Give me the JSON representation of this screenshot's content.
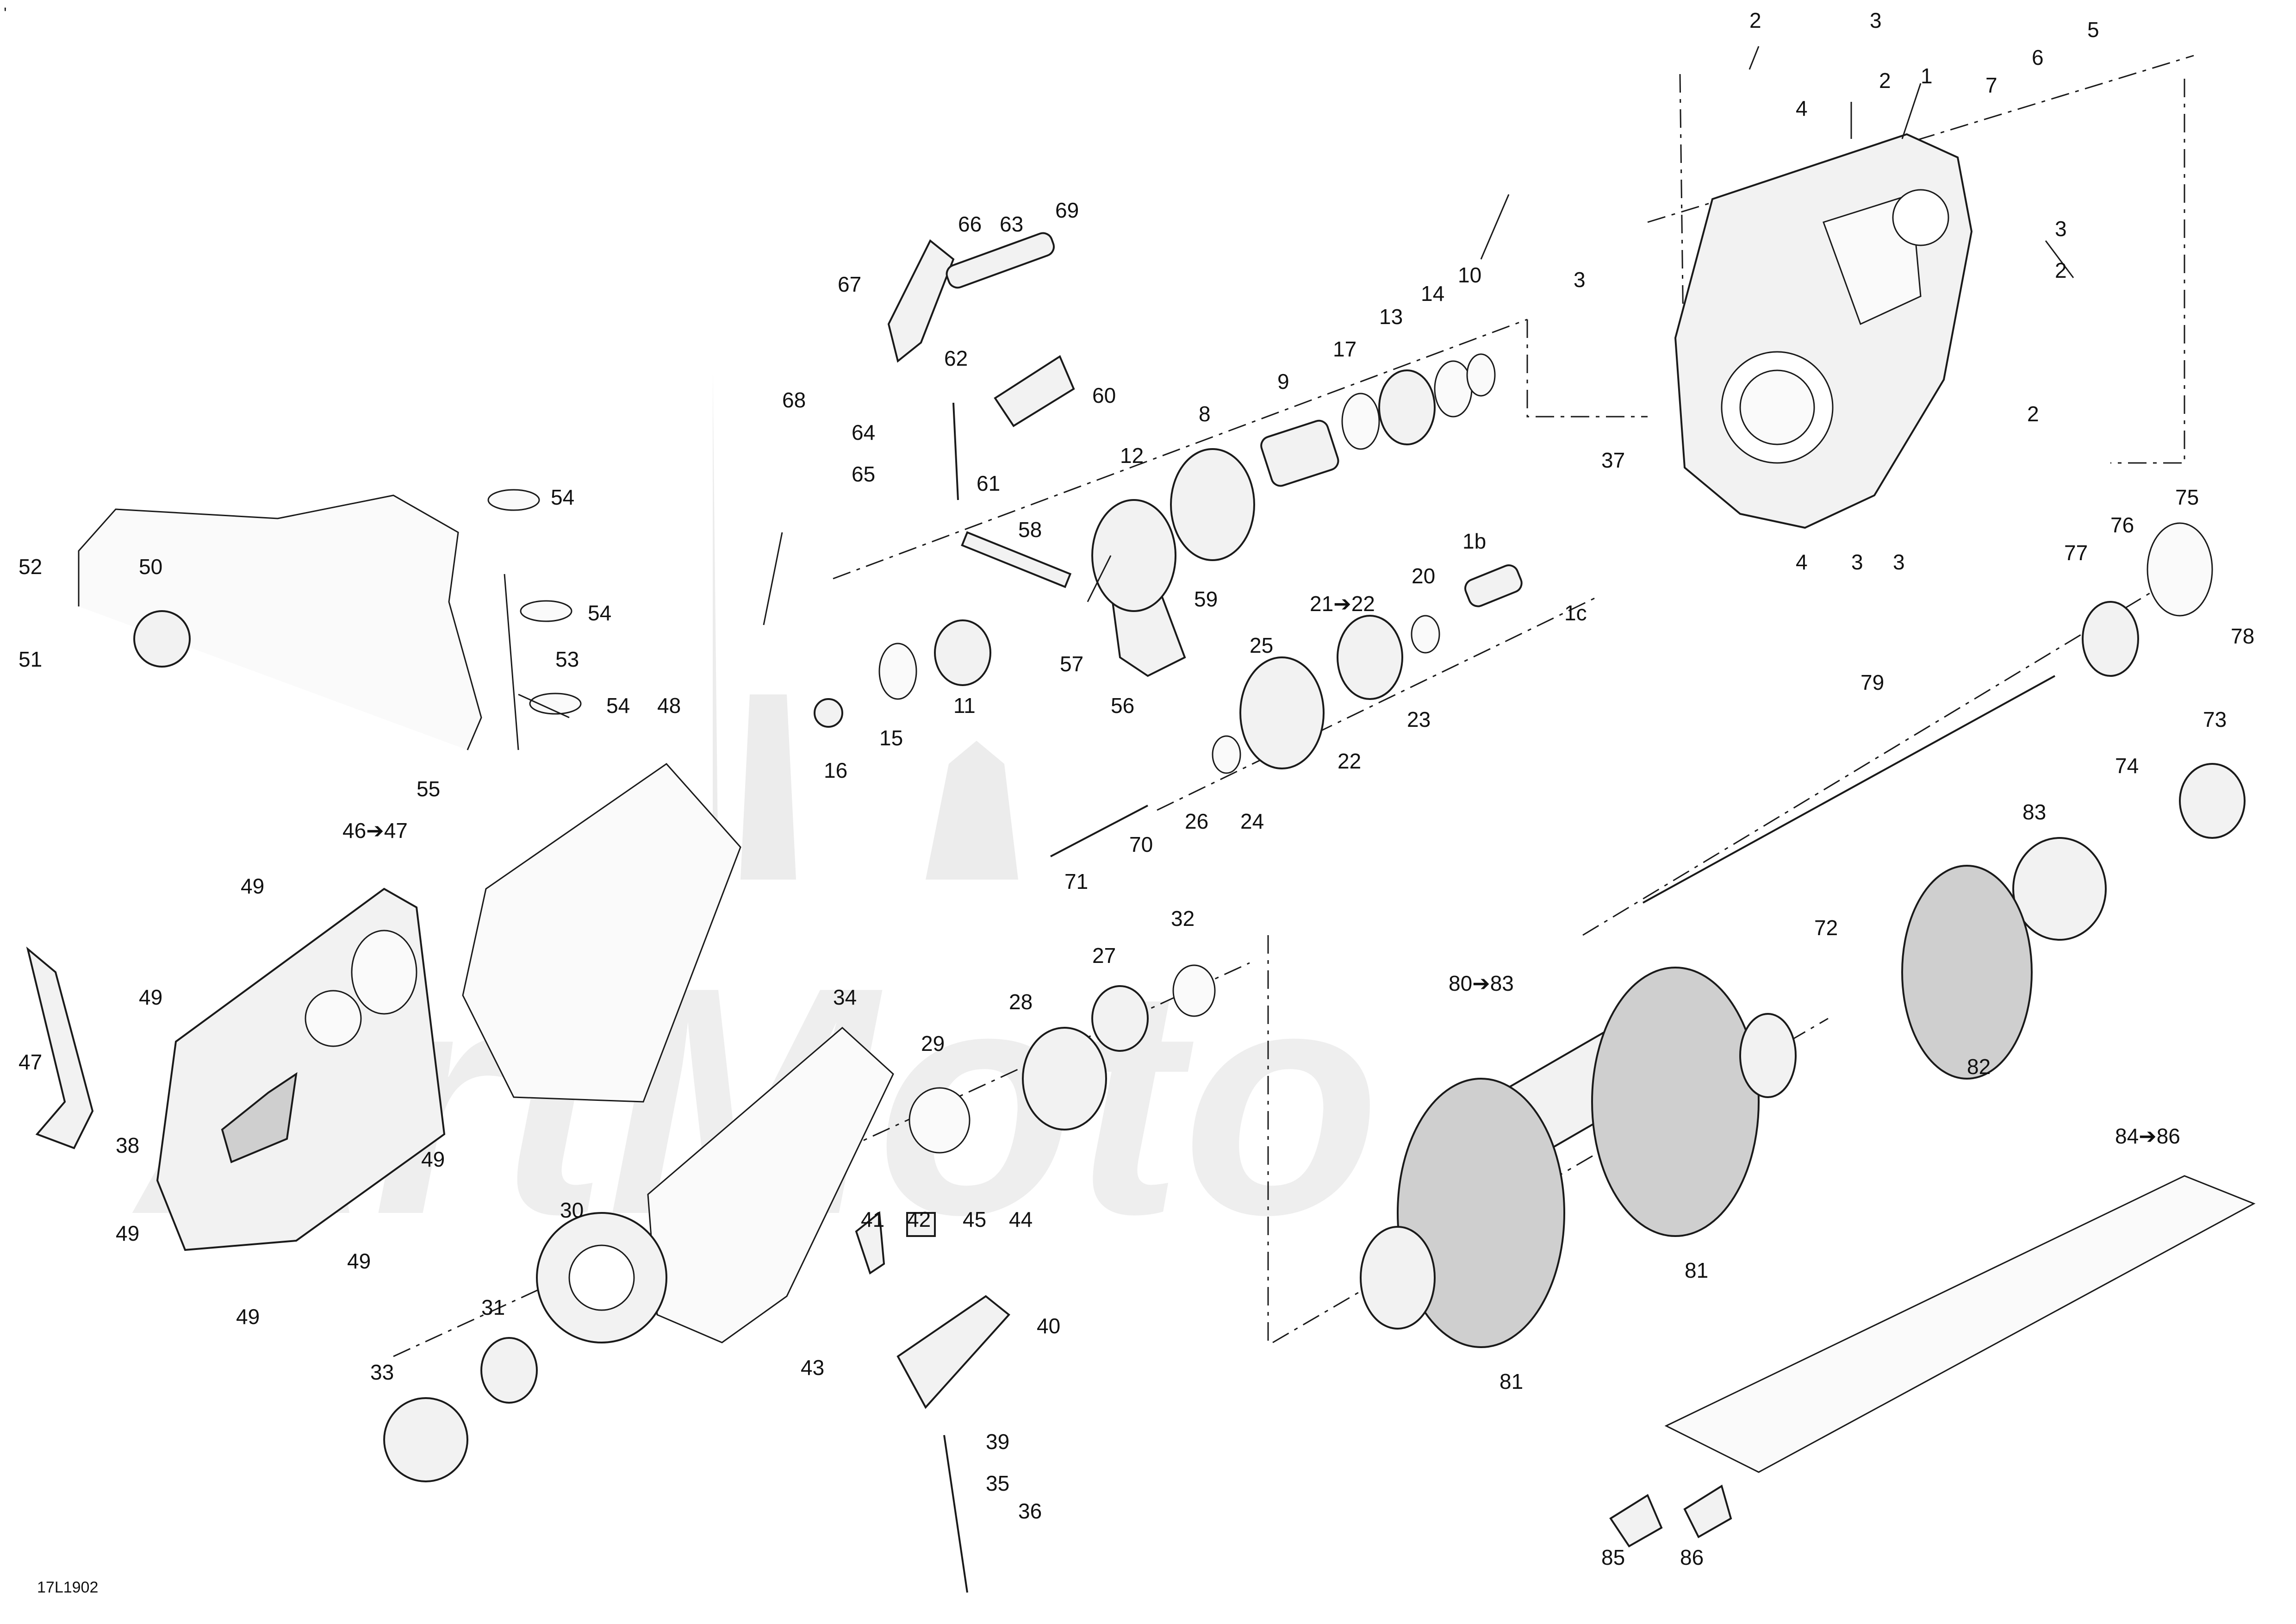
{
  "diagram_code": "17L1902",
  "corner_mark": "'",
  "watermark": "ArtMoto",
  "callouts": [
    {
      "id": "c1",
      "text": "1"
    },
    {
      "id": "c1b",
      "text": "1b"
    },
    {
      "id": "c1c",
      "text": "1c"
    },
    {
      "id": "c2a",
      "text": "2"
    },
    {
      "id": "c2b",
      "text": "2"
    },
    {
      "id": "c2c",
      "text": "2"
    },
    {
      "id": "c2d",
      "text": "2"
    },
    {
      "id": "c3a",
      "text": "3"
    },
    {
      "id": "c3b",
      "text": "3"
    },
    {
      "id": "c3c",
      "text": "3"
    },
    {
      "id": "c3d",
      "text": "3"
    },
    {
      "id": "c3e",
      "text": "3"
    },
    {
      "id": "c4a",
      "text": "4"
    },
    {
      "id": "c4b",
      "text": "4"
    },
    {
      "id": "c5",
      "text": "5"
    },
    {
      "id": "c6",
      "text": "6"
    },
    {
      "id": "c7",
      "text": "7"
    },
    {
      "id": "c8",
      "text": "8"
    },
    {
      "id": "c9",
      "text": "9"
    },
    {
      "id": "c10",
      "text": "10"
    },
    {
      "id": "c11",
      "text": "11"
    },
    {
      "id": "c12",
      "text": "12"
    },
    {
      "id": "c13",
      "text": "13"
    },
    {
      "id": "c14",
      "text": "14"
    },
    {
      "id": "c15",
      "text": "15"
    },
    {
      "id": "c16",
      "text": "16"
    },
    {
      "id": "c17",
      "text": "17"
    },
    {
      "id": "c20",
      "text": "20"
    },
    {
      "id": "c21",
      "text": "21➔22"
    },
    {
      "id": "c22",
      "text": "22"
    },
    {
      "id": "c23",
      "text": "23"
    },
    {
      "id": "c24",
      "text": "24"
    },
    {
      "id": "c25",
      "text": "25"
    },
    {
      "id": "c26",
      "text": "26"
    },
    {
      "id": "c27",
      "text": "27"
    },
    {
      "id": "c28",
      "text": "28"
    },
    {
      "id": "c29",
      "text": "29"
    },
    {
      "id": "c30",
      "text": "30"
    },
    {
      "id": "c31",
      "text": "31"
    },
    {
      "id": "c32",
      "text": "32"
    },
    {
      "id": "c33",
      "text": "33"
    },
    {
      "id": "c34",
      "text": "34"
    },
    {
      "id": "c35",
      "text": "35"
    },
    {
      "id": "c36",
      "text": "36"
    },
    {
      "id": "c37",
      "text": "37"
    },
    {
      "id": "c38",
      "text": "38"
    },
    {
      "id": "c39",
      "text": "39"
    },
    {
      "id": "c40",
      "text": "40"
    },
    {
      "id": "c41",
      "text": "41"
    },
    {
      "id": "c42",
      "text": "42"
    },
    {
      "id": "c43",
      "text": "43"
    },
    {
      "id": "c44",
      "text": "44"
    },
    {
      "id": "c45",
      "text": "45"
    },
    {
      "id": "c46",
      "text": "46➔47"
    },
    {
      "id": "c47",
      "text": "47"
    },
    {
      "id": "c48",
      "text": "48"
    },
    {
      "id": "c49a",
      "text": "49"
    },
    {
      "id": "c49b",
      "text": "49"
    },
    {
      "id": "c49c",
      "text": "49"
    },
    {
      "id": "c49d",
      "text": "49"
    },
    {
      "id": "c49e",
      "text": "49"
    },
    {
      "id": "c49f",
      "text": "49"
    },
    {
      "id": "c50",
      "text": "50"
    },
    {
      "id": "c51",
      "text": "51"
    },
    {
      "id": "c52",
      "text": "52"
    },
    {
      "id": "c53",
      "text": "53"
    },
    {
      "id": "c54a",
      "text": "54"
    },
    {
      "id": "c54b",
      "text": "54"
    },
    {
      "id": "c54c",
      "text": "54"
    },
    {
      "id": "c55",
      "text": "55"
    },
    {
      "id": "c56",
      "text": "56"
    },
    {
      "id": "c57",
      "text": "57"
    },
    {
      "id": "c58",
      "text": "58"
    },
    {
      "id": "c59",
      "text": "59"
    },
    {
      "id": "c60",
      "text": "60"
    },
    {
      "id": "c61",
      "text": "61"
    },
    {
      "id": "c62",
      "text": "62"
    },
    {
      "id": "c63",
      "text": "63"
    },
    {
      "id": "c64",
      "text": "64"
    },
    {
      "id": "c65",
      "text": "65"
    },
    {
      "id": "c66",
      "text": "66"
    },
    {
      "id": "c67",
      "text": "67"
    },
    {
      "id": "c68",
      "text": "68"
    },
    {
      "id": "c69",
      "text": "69"
    },
    {
      "id": "c70",
      "text": "70"
    },
    {
      "id": "c71",
      "text": "71"
    },
    {
      "id": "c72",
      "text": "72"
    },
    {
      "id": "c73",
      "text": "73"
    },
    {
      "id": "c74",
      "text": "74"
    },
    {
      "id": "c75",
      "text": "75"
    },
    {
      "id": "c76",
      "text": "76"
    },
    {
      "id": "c77",
      "text": "77"
    },
    {
      "id": "c78",
      "text": "78"
    },
    {
      "id": "c79",
      "text": "79"
    },
    {
      "id": "c80",
      "text": "80➔83"
    },
    {
      "id": "c81a",
      "text": "81"
    },
    {
      "id": "c81b",
      "text": "81"
    },
    {
      "id": "c82",
      "text": "82"
    },
    {
      "id": "c83",
      "text": "83"
    },
    {
      "id": "c84",
      "text": "84➔86"
    },
    {
      "id": "c85",
      "text": "85"
    },
    {
      "id": "c86",
      "text": "86"
    }
  ]
}
